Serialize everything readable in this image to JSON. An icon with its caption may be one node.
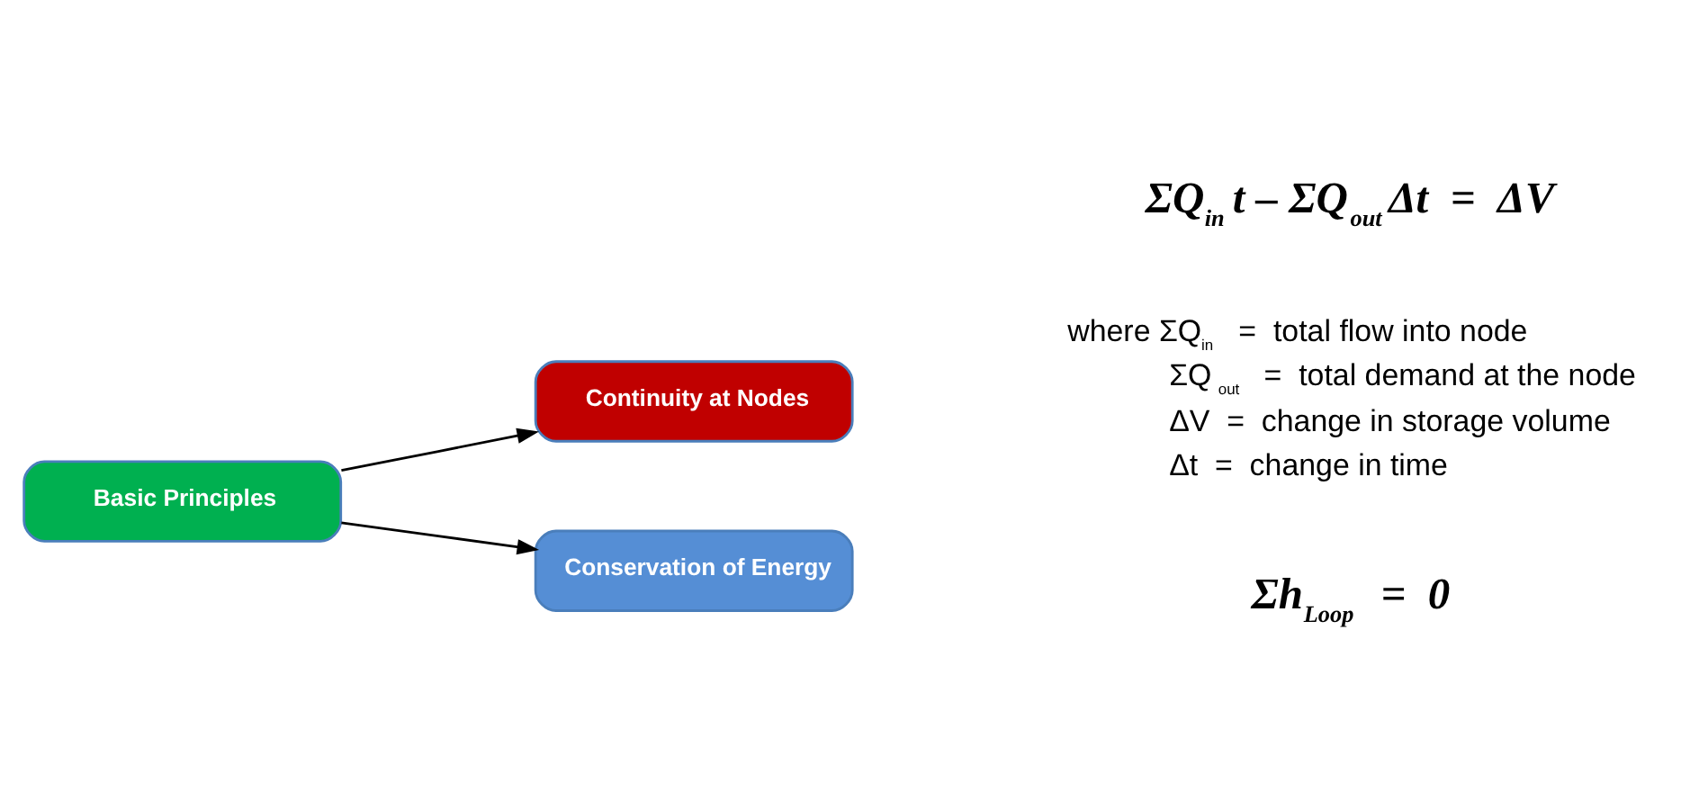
{
  "diagram": {
    "nodes": [
      {
        "text": [
          "Basic Principles"
        ]
      },
      {
        "text": [
          "Continuity at Nodes"
        ]
      },
      {
        "text": [
          "Conservation of Energy"
        ]
      }
    ],
    "edges": [
      {
        "from": 0,
        "to": 1,
        "arrow": "to"
      },
      {
        "from": 0,
        "to": 2,
        "arrow": "to"
      }
    ],
    "labels": [
      "ΣQ$_{in}$t – ΣQ$_{out}$Δt  =  ΔV",
      "where ΣQ$_{in}$  =  total flow into node",
      "ΣQ$_{out}$  =  total demand at the node",
      "ΔV  =  change in storage volume",
      "Δt  =  change in time",
      "Σh$_{Loop}$  =  0"
    ]
  }
}
